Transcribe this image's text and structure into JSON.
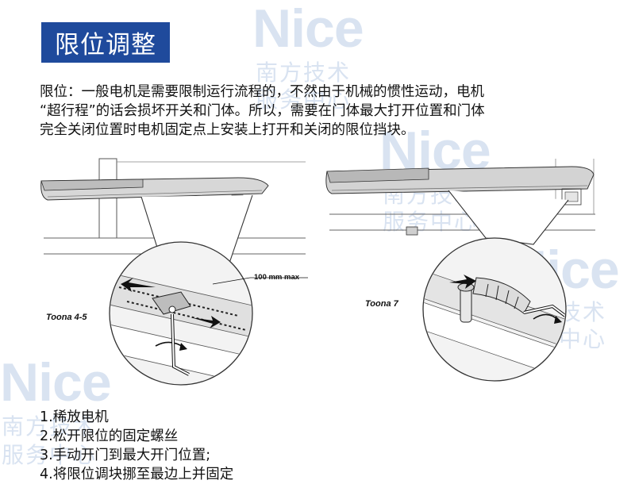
{
  "watermark": {
    "brand": "Nice",
    "line1": "南方技术",
    "line2": "服务中心"
  },
  "title": "限位调整",
  "intro_lines": [
    "限位：一般电机是需要限制运行流程的，不然由于机械的惯性运动，电机",
    "“超行程”的话会损坏开关和门体。所以，需要在门体最大打开位置和门体",
    "完全关闭位置时电机固定点上安装上打开和关闭的限位挡块。"
  ],
  "diagram": {
    "left_label": "Toona 4-5",
    "right_label": "Toona 7",
    "dimension_label": "100 mm max"
  },
  "steps": [
    "1.稀放电机",
    "2.松开限位的固定螺丝",
    "3.手动开门到最大开门位置;",
    "4.将限位调块挪至最边上并固定"
  ],
  "colors": {
    "title_bg": "#1f4a9c",
    "watermark": "#d9e3f1"
  }
}
